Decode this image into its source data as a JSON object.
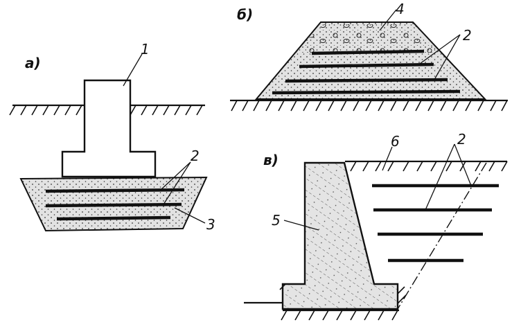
{
  "panels": {
    "a": {
      "label": "а)",
      "callouts": [
        "1",
        "2",
        "3"
      ]
    },
    "b": {
      "label": "б)",
      "callouts": [
        "4",
        "2"
      ]
    },
    "c": {
      "label": "в)",
      "callouts": [
        "6",
        "2",
        "5"
      ]
    }
  },
  "colors": {
    "ink": "#111111",
    "fill": "#dcdcdc",
    "background": "#ffffff"
  }
}
